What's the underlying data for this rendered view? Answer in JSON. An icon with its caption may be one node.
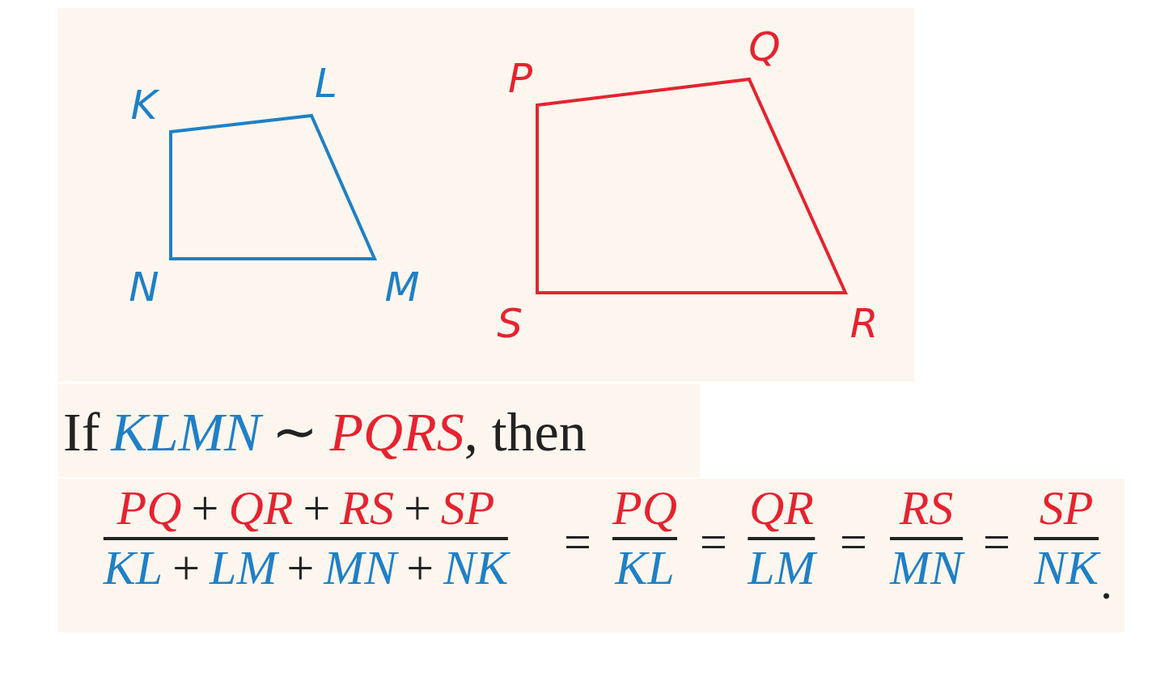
{
  "diagram": {
    "nodes": [
      {
        "text": [],
        "shape": "quadrilateral"
      },
      {
        "text": [],
        "shape": "quadrilateral"
      }
    ],
    "labels": [
      "K",
      "L",
      "N",
      "M",
      "P",
      "Q",
      "S",
      "R",
      "If",
      "KLMN",
      "∼",
      "PQRS",
      ", then",
      "PQ",
      "+",
      "QR",
      "+",
      "RS",
      "+",
      "SP",
      "KL",
      "+",
      "LM",
      "+",
      "MN",
      "+",
      "NK",
      "=",
      "PQ",
      "KL",
      "=",
      "QR",
      "LM",
      "=",
      "RS",
      "MN",
      "=",
      "SP",
      "NK",
      "."
    ]
  }
}
